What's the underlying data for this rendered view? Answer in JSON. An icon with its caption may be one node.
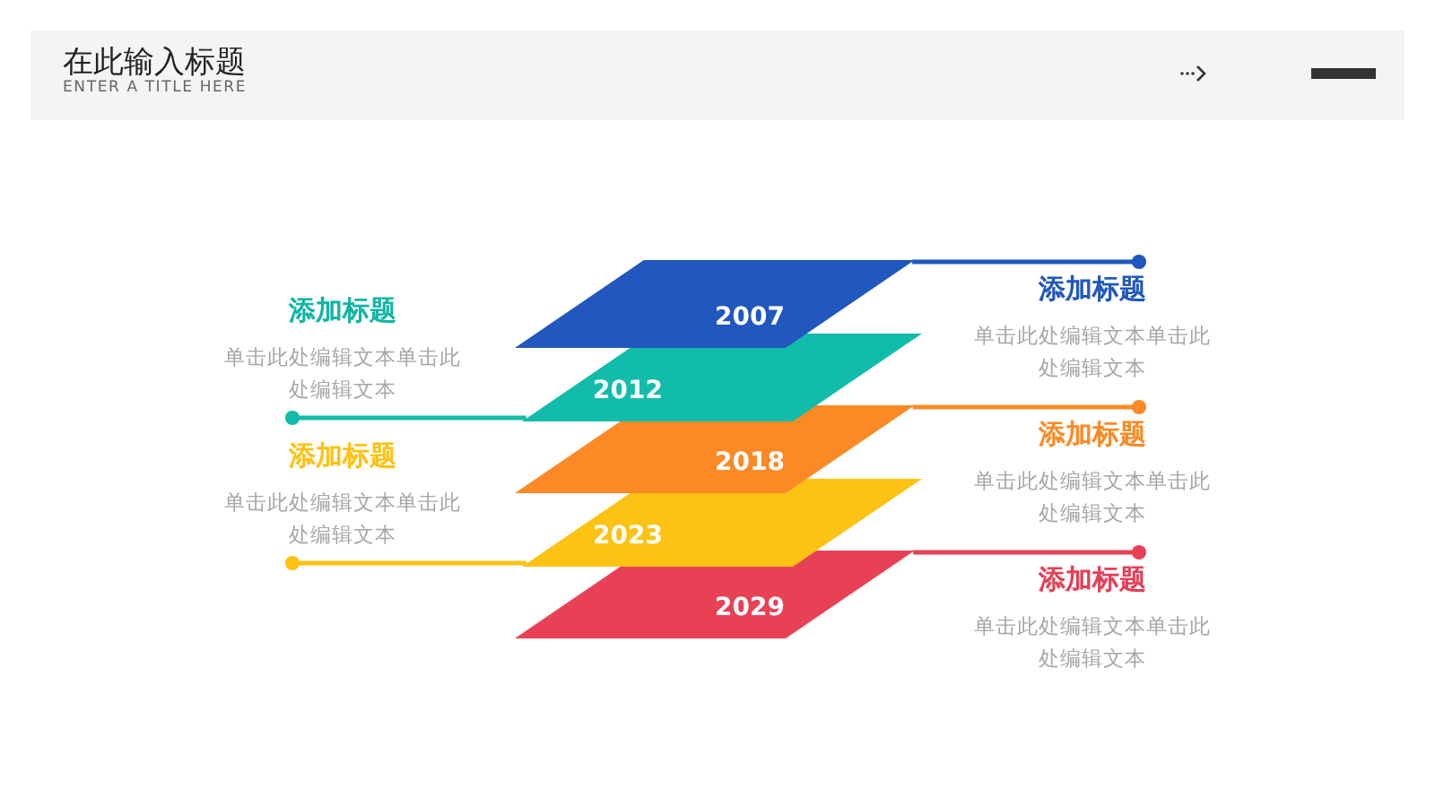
{
  "diagram": {
    "title": "在此输入标题",
    "nodes": [
      {
        "text": [
          "2007"
        ]
      },
      {
        "text": [
          "2012"
        ]
      },
      {
        "text": [
          "2018"
        ]
      },
      {
        "text": [
          "2023"
        ]
      },
      {
        "text": [
          "2029"
        ]
      },
      {
        "text": [
          "添加标题",
          "单击此处编辑文本单击此处编辑文本"
        ]
      },
      {
        "text": [
          "添加标题",
          "单击此处编辑文本单击此处编辑文本"
        ]
      },
      {
        "text": [
          "添加标题",
          "单击此处编辑文本单击此处编辑文本"
        ]
      },
      {
        "text": [
          "添加标题",
          "单击此处编辑文本单击此处编辑文本"
        ]
      },
      {
        "text": [
          "添加标题",
          "单击此处编辑文本单击此处编辑文本"
        ]
      }
    ],
    "edges": [
      {
        "from": 0,
        "to": 5,
        "arrow": "other",
        "color": "#2157be"
      },
      {
        "from": 1,
        "to": 6,
        "arrow": "other",
        "color": "#12bcaa"
      },
      {
        "from": 2,
        "to": 7,
        "arrow": "other",
        "color": "#fb8a26"
      },
      {
        "from": 3,
        "to": 8,
        "arrow": "other",
        "color": "#fcc214"
      },
      {
        "from": 4,
        "to": 9,
        "arrow": "other",
        "color": "#e84155"
      }
    ],
    "labels": [
      "ENTER A TITLE HERE"
    ]
  }
}
